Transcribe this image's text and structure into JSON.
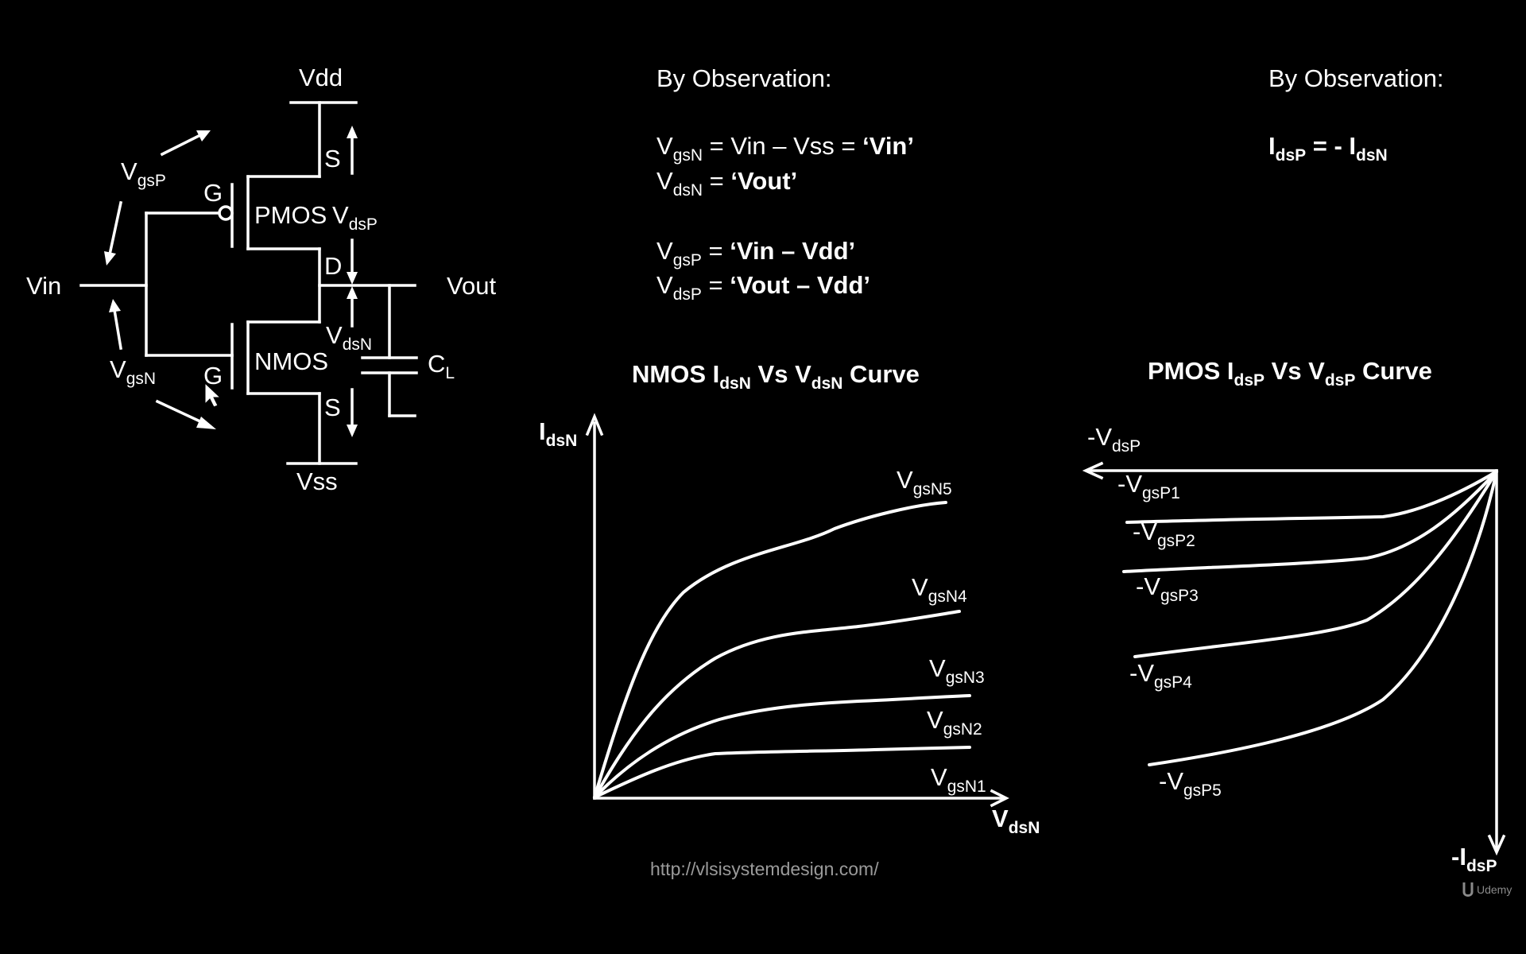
{
  "circuit": {
    "vdd": "Vdd",
    "vss": "Vss",
    "vin": "Vin",
    "vout": "Vout",
    "gate_p": "G",
    "gate_n": "G",
    "source_p": "S",
    "source_n": "S",
    "drain": "D",
    "pmos": "PMOS",
    "nmos": "NMOS",
    "vgsp": {
      "main": "V",
      "sub": "gsP"
    },
    "vgsn": {
      "main": "V",
      "sub": "gsN"
    },
    "vdsp": {
      "main": "V",
      "sub": "dsP"
    },
    "vdsn": {
      "main": "V",
      "sub": "dsN"
    },
    "cl": {
      "main": "C",
      "sub": "L"
    }
  },
  "observation_left": {
    "heading": "By Observation:",
    "eq": [
      {
        "var": "V",
        "sub": "gsN",
        "rhs_plain": " = Vin – Vss = ",
        "rhs_bold": "‘Vin’"
      },
      {
        "var": "V",
        "sub": "dsN",
        "rhs_plain": " = ",
        "rhs_bold": "‘Vout’"
      },
      {
        "var": "V",
        "sub": "gsP",
        "rhs_plain": " = ",
        "rhs_bold": "‘Vin – Vdd’"
      },
      {
        "var": "V",
        "sub": "dsP",
        "rhs_plain": " = ",
        "rhs_bold": "‘Vout – Vdd’"
      }
    ]
  },
  "observation_right": {
    "heading": "By Observation:",
    "eq": {
      "a": "I",
      "a_sub": "dsP",
      "mid": " = - ",
      "b": "I",
      "b_sub": "dsN"
    }
  },
  "nmos_title": {
    "p1": "NMOS I",
    "s1": "dsN",
    "p2": " Vs V",
    "s2": "dsN",
    "p3": " Curve"
  },
  "pmos_title": {
    "p1": "PMOS I",
    "s1": "dsP",
    "p2": " Vs V",
    "s2": "dsP",
    "p3": " Curve"
  },
  "nmos_axes": {
    "y": {
      "main": "I",
      "sub": "dsN"
    },
    "x": {
      "main": "V",
      "sub": "dsN"
    }
  },
  "pmos_axes": {
    "x": {
      "main": "-V",
      "sub": "dsP"
    },
    "y": {
      "main": "-I",
      "sub": "dsP"
    }
  },
  "nmos_curves": [
    {
      "main": "V",
      "sub": "gsN5"
    },
    {
      "main": "V",
      "sub": "gsN4"
    },
    {
      "main": "V",
      "sub": "gsN3"
    },
    {
      "main": "V",
      "sub": "gsN2"
    },
    {
      "main": "V",
      "sub": "gsN1"
    }
  ],
  "pmos_curves": [
    {
      "main": "-V",
      "sub": "gsP1"
    },
    {
      "main": "-V",
      "sub": "gsP2"
    },
    {
      "main": "-V",
      "sub": "gsP3"
    },
    {
      "main": "-V",
      "sub": "gsP4"
    },
    {
      "main": "-V",
      "sub": "gsP5"
    }
  ],
  "footer": {
    "url": "http://vlsisystemdesign.com/",
    "brand": "Udemy"
  },
  "colors": {
    "background": "#000000",
    "foreground": "#ffffff",
    "url": "#9a9a9a"
  }
}
